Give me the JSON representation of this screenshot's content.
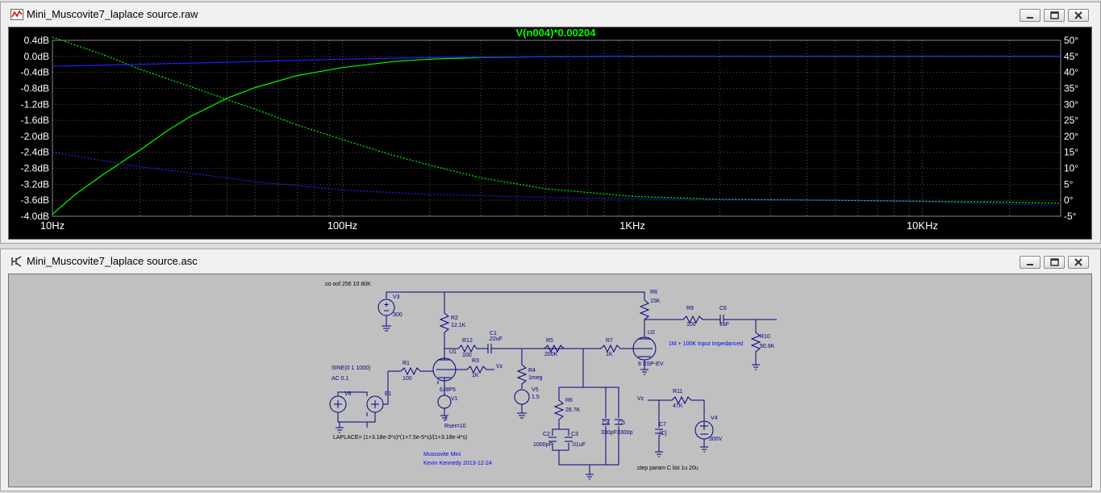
{
  "plot_window": {
    "title": "Mini_Muscovite7_laplace source.raw",
    "icon": "waveform-icon",
    "trace_label": "V(n004)*0.00204",
    "trace_color": "#00ff00",
    "phase_color": "#2020ff",
    "y_left_ticks": [
      "0.4dB",
      "0.0dB",
      "-0.4dB",
      "-0.8dB",
      "-1.2dB",
      "-1.6dB",
      "-2.0dB",
      "-2.4dB",
      "-2.8dB",
      "-3.2dB",
      "-3.6dB",
      "-4.0dB"
    ],
    "y_right_ticks": [
      "50°",
      "45°",
      "40°",
      "35°",
      "30°",
      "25°",
      "20°",
      "15°",
      "10°",
      "5°",
      "0°",
      "-5°"
    ],
    "x_ticks": [
      "10Hz",
      "100Hz",
      "1KHz",
      "10KHz"
    ]
  },
  "chart_data": {
    "type": "line",
    "title": "V(n004)*0.00204",
    "x_scale": "log",
    "xlim": [
      10,
      30000
    ],
    "y_left_lim": [
      -4.0,
      0.4
    ],
    "y_left_unit": "dB",
    "y_right_lim": [
      -5,
      50
    ],
    "y_right_unit": "°",
    "grid": true,
    "series": [
      {
        "name": "V(n004)*0.00204",
        "axis": "left",
        "style": "solid",
        "color": "#00ff00",
        "x": [
          10,
          12,
          15,
          20,
          25,
          30,
          40,
          50,
          70,
          100,
          150,
          200,
          300,
          500,
          1000,
          2000,
          5000,
          10000,
          20000,
          30000
        ],
        "y": [
          -3.95,
          -3.45,
          -2.95,
          -2.35,
          -1.85,
          -1.5,
          -1.05,
          -0.78,
          -0.48,
          -0.28,
          -0.13,
          -0.07,
          -0.03,
          -0.01,
          0.0,
          0.0,
          0.0,
          0.0,
          0.0,
          0.0
        ]
      },
      {
        "name": "phase",
        "axis": "right",
        "style": "dotted",
        "color": "#00ff00",
        "x": [
          10,
          12,
          15,
          20,
          30,
          40,
          50,
          70,
          100,
          150,
          200,
          300,
          500,
          1000,
          2000,
          5000,
          10000,
          20000,
          30000
        ],
        "y": [
          51,
          48.5,
          45.5,
          41,
          35.5,
          31.5,
          28.5,
          23.5,
          19,
          14,
          11,
          7,
          3.6,
          1.2,
          0.3,
          0,
          -0.3,
          -0.6,
          -1
        ]
      },
      {
        "name": "blue-solid",
        "axis": "left",
        "style": "solid",
        "color": "#2020ff",
        "x": [
          10,
          20,
          50,
          100,
          200,
          500,
          1000,
          2000,
          5000,
          10000,
          30000
        ],
        "y": [
          -0.25,
          -0.2,
          -0.13,
          -0.07,
          -0.03,
          -0.01,
          0.0,
          0.0,
          0.0,
          0.0,
          0.0
        ]
      },
      {
        "name": "blue-dotted",
        "axis": "right",
        "style": "dotted",
        "color": "#2020ff",
        "x": [
          10,
          20,
          30,
          50,
          100,
          200,
          500,
          1000,
          2000,
          5000,
          10000,
          20000,
          30000
        ],
        "y": [
          15,
          10.5,
          8.5,
          5.8,
          3.2,
          1.8,
          0.9,
          0.5,
          0.2,
          0,
          -0.4,
          -1.2,
          -1.8
        ]
      }
    ]
  },
  "schematic_window": {
    "title": "Mini_Muscovite7_laplace source.asc",
    "icon": "schematic-icon",
    "directive_top": ".so oof 256 10 80K",
    "components": [
      {
        "ref": "V3",
        "value": "300"
      },
      {
        "ref": "R2",
        "value": "12.1K"
      },
      {
        "ref": "R12",
        "value": "100"
      },
      {
        "ref": "C1",
        "value": ".22uF"
      },
      {
        "ref": "R3",
        "value": "1K"
      },
      {
        "ref": "U1",
        "value": "6J8P5"
      },
      {
        "ref": "V1",
        "value": "2"
      },
      {
        "ref": "R1",
        "value": "100"
      },
      {
        "ref": "E1",
        "value": ""
      },
      {
        "ref": "V6",
        "value": ""
      },
      {
        "ref": "R4",
        "value": "1meg"
      },
      {
        "ref": "V5",
        "value": "1.5"
      },
      {
        "ref": "R5",
        "value": "200K"
      },
      {
        "ref": "R6",
        "value": "28.7K"
      },
      {
        "ref": "C2",
        "value": "1000pF"
      },
      {
        "ref": "C3",
        "value": ".01uF"
      },
      {
        "ref": "C4",
        "value": "330pF"
      },
      {
        "ref": "C5",
        "value": "3300p"
      },
      {
        "ref": "R7",
        "value": "1K"
      },
      {
        "ref": "U2",
        "value": "6 SSP-EV"
      },
      {
        "ref": "R8",
        "value": "15K"
      },
      {
        "ref": "R9",
        "value": "100"
      },
      {
        "ref": "C6",
        "value": "1uF"
      },
      {
        "ref": "R10",
        "value": "90.9K"
      },
      {
        "ref": "R11",
        "value": "47K"
      },
      {
        "ref": "C7",
        "value": "{C}"
      },
      {
        "ref": "V4",
        "value": "300V"
      }
    ],
    "sine_label": "SINE(0 1 1000)",
    "ac_label": "AC 0.1",
    "rser_label": "Rser=10",
    "vz_label": "Vz",
    "laplace_label": "LAPLACE= (1+3.18e-3*s)*(1+7.5e-5*s)/(1+3.18e-4*s)",
    "impedance_note": "1M + 100K Input Impedanced",
    "credit_line1": "Muscovite Mini",
    "credit_line2": "Kevin Kennedy 2013-12-24",
    "step_directive": ".step param C list 1u 20u"
  }
}
